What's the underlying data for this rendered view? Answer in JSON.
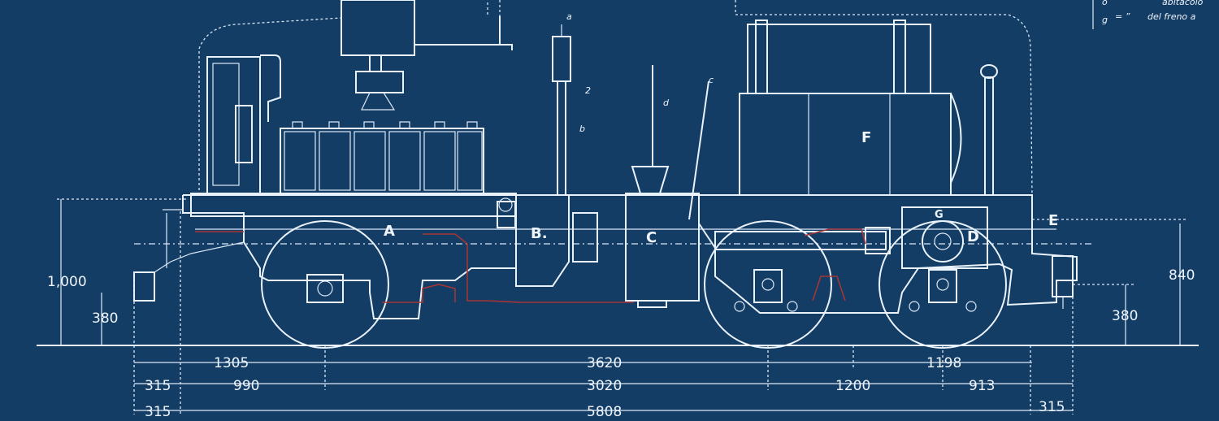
{
  "palette": {
    "background": "#143d66",
    "line": "#eaf2fb",
    "red_line": "#a63535"
  },
  "part_labels": {
    "A": "A",
    "B": "B.",
    "C": "C",
    "D": "D",
    "E": "E",
    "F": "F",
    "G": "G",
    "a": "a",
    "b": "b",
    "c": "c",
    "d": "d",
    "z": "2"
  },
  "legend": {
    "row1": "abitacolo",
    "row2": "del freno a",
    "sym1": "o",
    "sym2": "g",
    "sym2_eq": "=  ”"
  },
  "dimensions": {
    "height_1000": "1,000",
    "height_380_left": "380",
    "height_840": "840",
    "height_380_right": "380",
    "row1": {
      "d1305": "1305",
      "d3620": "3620",
      "d1198": "1198"
    },
    "row2": {
      "d315": "315",
      "d990": "990",
      "d3020": "3020",
      "d1200": "1200",
      "d913": "913"
    },
    "row3": {
      "d315_left": "315",
      "d5808": "5808",
      "d315_right": "315"
    }
  }
}
